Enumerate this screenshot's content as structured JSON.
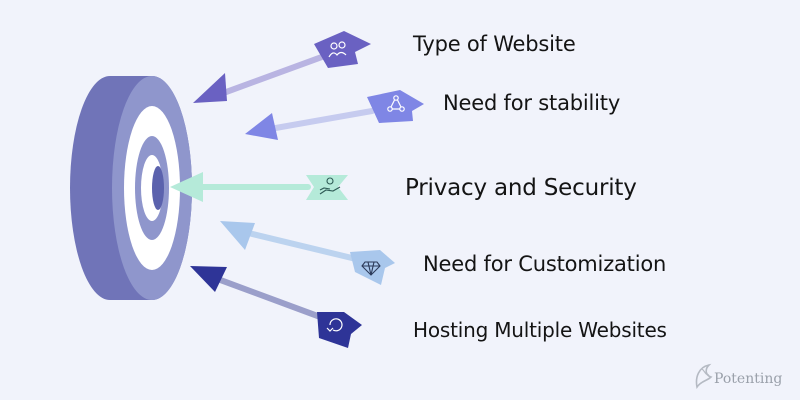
{
  "diagram": {
    "items": [
      {
        "label": "Type of Website",
        "icon": "people-icon",
        "color": "#6a61c2",
        "shaft": "#b9b4e2"
      },
      {
        "label": "Need for stability",
        "icon": "network-icon",
        "color": "#7f86e5",
        "shaft": "#c6cbef"
      },
      {
        "label": "Privacy and Security",
        "icon": "hand-coin-icon",
        "color": "#b5ead9",
        "shaft": "#b5ead9"
      },
      {
        "label": "Need for Customization",
        "icon": "diamond-icon",
        "color": "#a9c7ec",
        "shaft": "#bcd3ef"
      },
      {
        "label": "Hosting Multiple Websites",
        "icon": "refresh-icon",
        "color": "#2e3497",
        "shaft": "#9b9fca"
      }
    ],
    "target": {
      "colors": [
        "#7074b8",
        "#8f96cc",
        "#ffffff",
        "#5b62ad"
      ]
    }
  },
  "brand": {
    "name": "Potenting",
    "icon": "potenting-logo-icon"
  }
}
